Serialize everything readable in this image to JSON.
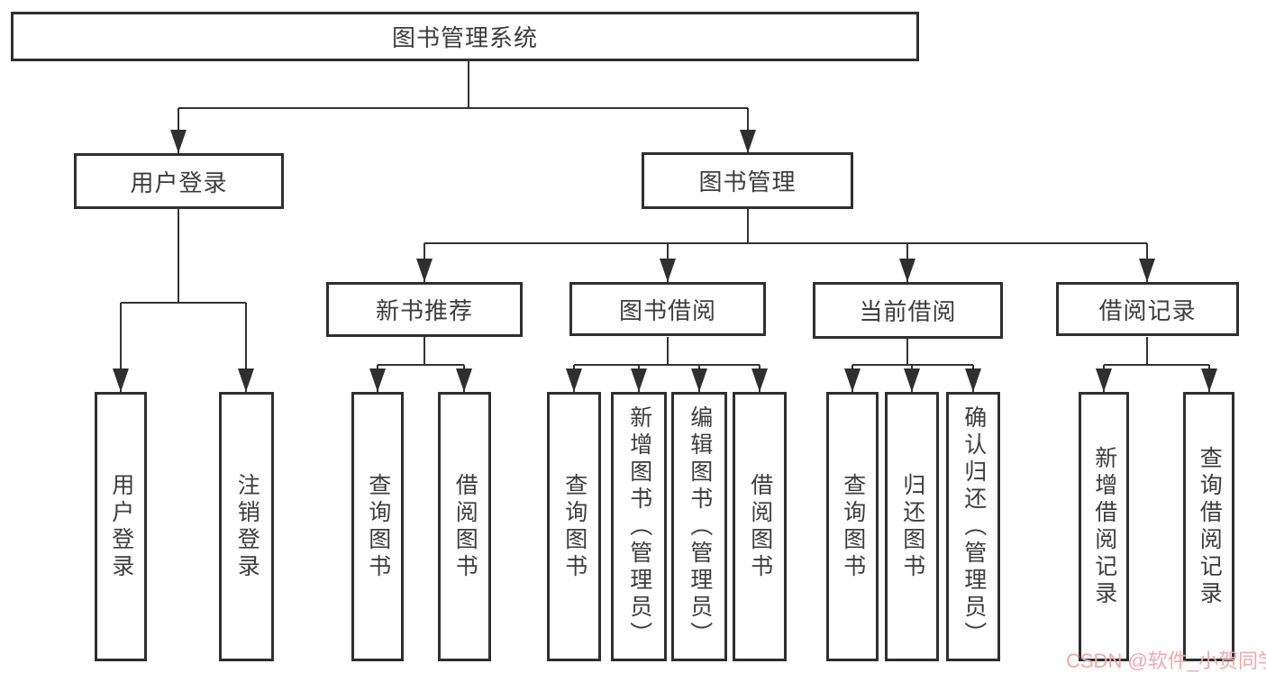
{
  "diagram": {
    "root": {
      "label": "图书管理系统"
    },
    "level2": [
      {
        "label": "用户登录"
      },
      {
        "label": "图书管理"
      }
    ],
    "level3": [
      {
        "label": "新书推荐"
      },
      {
        "label": "图书借阅"
      },
      {
        "label": "当前借阅"
      },
      {
        "label": "借阅记录"
      }
    ],
    "leaves": {
      "user_login": [
        {
          "label": "用户登录"
        },
        {
          "label": "注销登录"
        }
      ],
      "new_book": [
        {
          "label": "查询图书"
        },
        {
          "label": "借阅图书"
        }
      ],
      "book_borrow": [
        {
          "label": "查询图书"
        },
        {
          "label": "新增图书（管理员）"
        },
        {
          "label": "编辑图书（管理员）"
        },
        {
          "label": "借阅图书"
        }
      ],
      "current_borrow": [
        {
          "label": "查询图书"
        },
        {
          "label": "归还图书"
        },
        {
          "label": "确认归还（管理员）"
        }
      ],
      "borrow_records": [
        {
          "label": "新增借阅记录"
        },
        {
          "label": "查询借阅记录"
        }
      ]
    }
  },
  "watermark": {
    "text": "CSDN @软件_小贺同学"
  },
  "colors": {
    "line": "#333333",
    "box_border": "#2f2f2f",
    "text": "#3c3c3c",
    "background": "#ffffff",
    "watermark": "#efa9a9"
  }
}
